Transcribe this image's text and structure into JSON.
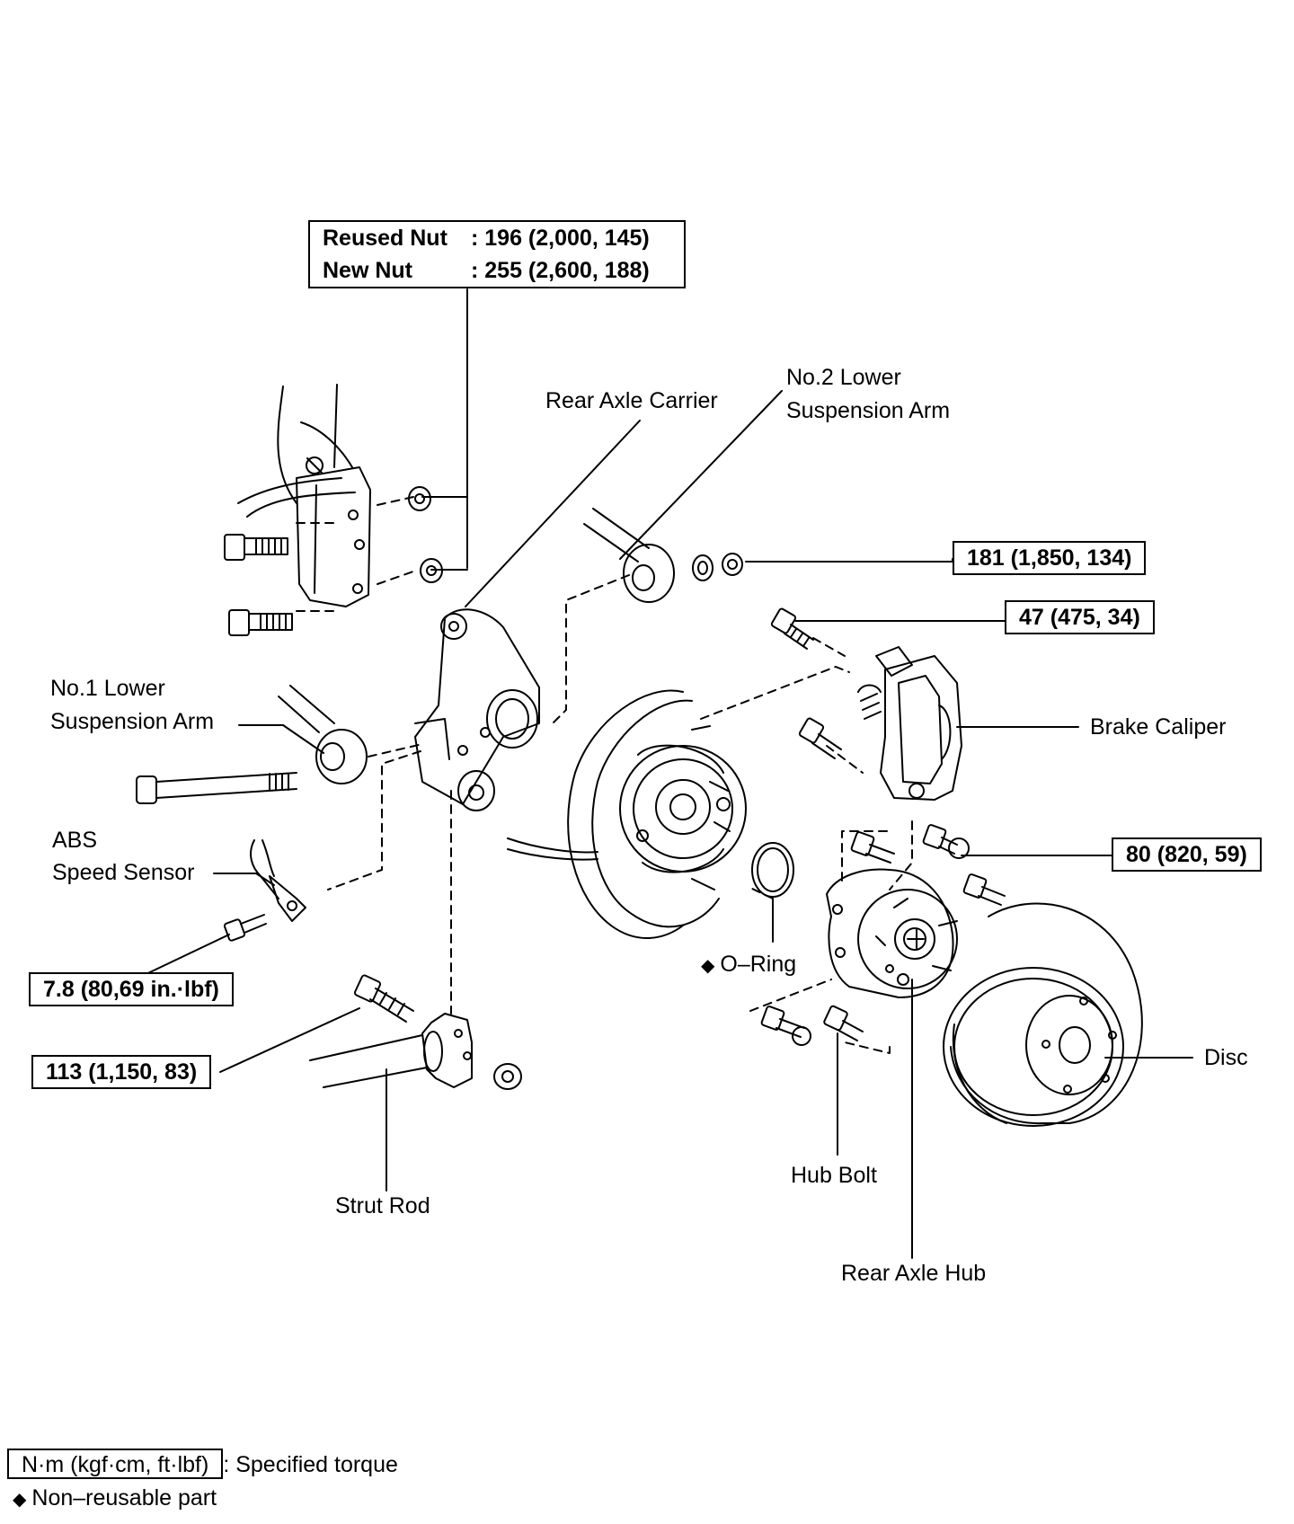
{
  "nut_torque_box": {
    "reused_label": "Reused Nut",
    "reused_value": ": 196 (2,000, 145)",
    "new_label": "New Nut",
    "new_value": ": 255 (2,600, 188)"
  },
  "torque_specs": {
    "arm2_nut": "181 (1,850, 134)",
    "caliper_bolt": "47 (475, 34)",
    "hub_bolt": "80 (820, 59)",
    "sensor_bolt": "7.8 (80,69 in.·lbf)",
    "strut_bolt": "113 (1,150, 83)"
  },
  "part_labels": {
    "rear_axle_carrier": "Rear Axle Carrier",
    "no2_lower_arm_line1": "No.2 Lower",
    "no2_lower_arm_line2": "Suspension Arm",
    "no1_lower_arm_line1": "No.1 Lower",
    "no1_lower_arm_line2": "Suspension Arm",
    "brake_caliper": "Brake Caliper",
    "abs_line1": "ABS",
    "abs_line2": "Speed Sensor",
    "o_ring": "O–Ring",
    "disc": "Disc",
    "hub_bolt": "Hub Bolt",
    "strut_rod": "Strut Rod",
    "rear_axle_hub": "Rear Axle Hub"
  },
  "legend": {
    "torque_unit": "N·m (kgf·cm, ft·lbf)",
    "torque_desc": ": Specified torque",
    "nonreusable": "Non–reusable part",
    "nonreusable_symbol": "◆"
  }
}
